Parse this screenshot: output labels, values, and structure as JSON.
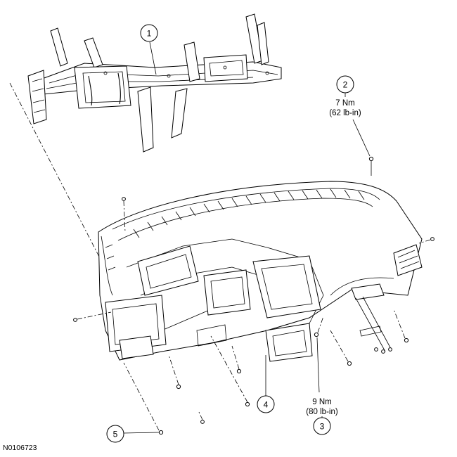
{
  "callouts": [
    {
      "number": "1"
    },
    {
      "number": "2",
      "torque_nm": "7 Nm",
      "torque_imperial": "(62 lb-in)"
    },
    {
      "number": "3",
      "torque_nm": "9 Nm",
      "torque_imperial": "(80 lb-in)"
    },
    {
      "number": "4"
    },
    {
      "number": "5"
    }
  ],
  "reference_id": "N0106723"
}
